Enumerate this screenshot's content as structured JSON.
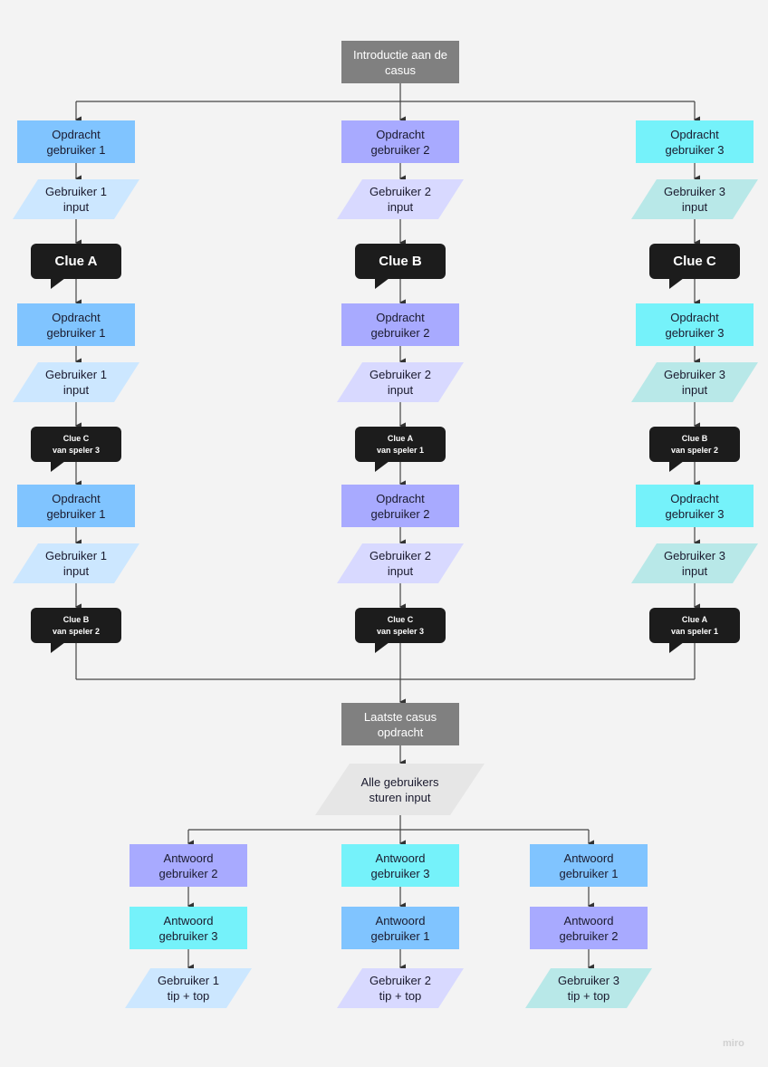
{
  "intro": "Introductie aan de\ncasus",
  "columns": [
    {
      "opdracht": "Opdracht\ngebruiker 1",
      "input": "Gebruiker 1\ninput",
      "clue1": "Clue A",
      "clue2": {
        "title": "Clue C",
        "sub": "van speler 3"
      },
      "clue3": {
        "title": "Clue B",
        "sub": "van speler 2"
      }
    },
    {
      "opdracht": "Opdracht\ngebruiker 2",
      "input": "Gebruiker 2\ninput",
      "clue1": "Clue B",
      "clue2": {
        "title": "Clue A",
        "sub": "van speler 1"
      },
      "clue3": {
        "title": "Clue C",
        "sub": "van speler 3"
      }
    },
    {
      "opdracht": "Opdracht\ngebruiker 3",
      "input": "Gebruiker 3\ninput",
      "clue1": "Clue C",
      "clue2": {
        "title": "Clue B",
        "sub": "van speler 2"
      },
      "clue3": {
        "title": "Clue A",
        "sub": "van speler 1"
      }
    }
  ],
  "final": "Laatste casus\nopdracht",
  "all_input": "Alle gebruikers\nsturen input",
  "answers": [
    {
      "first": "Antwoord\ngebruiker 2",
      "second": "Antwoord\ngebruiker 3",
      "tip": "Gebruiker 1\ntip + top"
    },
    {
      "first": "Antwoord\ngebruiker 3",
      "second": "Antwoord\ngebruiker 1",
      "tip": "Gebruiker 2\ntip + top"
    },
    {
      "first": "Antwoord\ngebruiker 1",
      "second": "Antwoord\ngebruiker 2",
      "tip": "Gebruiker 3\ntip + top"
    }
  ],
  "watermark": "miro",
  "colors": {
    "user1": "#80c4ff",
    "user2": "#a8aaff",
    "user3": "#75f2fa",
    "neutral": "#808080",
    "clue": "#1c1c1c"
  }
}
